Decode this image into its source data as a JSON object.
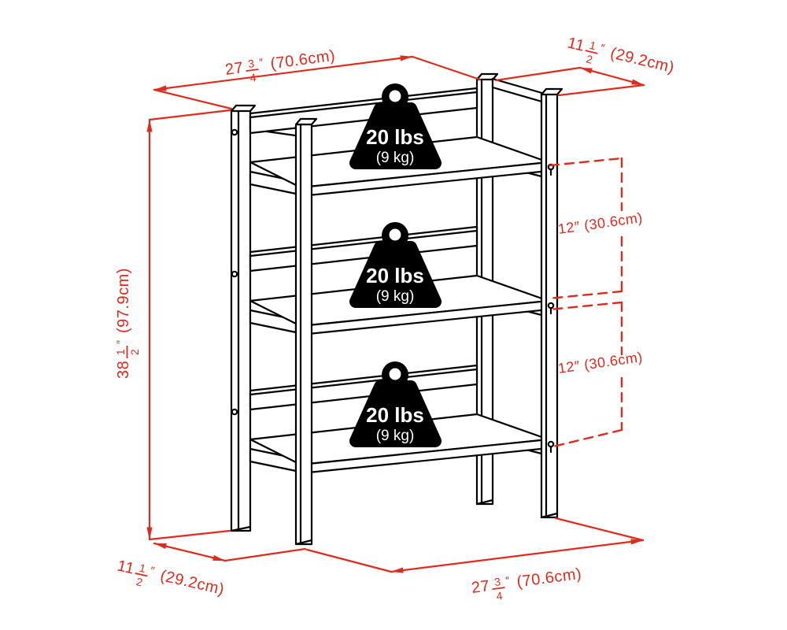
{
  "diagram": {
    "subject": "three-tier-folding-bookshelf-dimensions",
    "colors": {
      "annotation_red": "#dd2b1e",
      "line_black": "#000000",
      "background": "#ffffff",
      "weight_fill": "#000000",
      "weight_text": "#ffffff"
    },
    "dimensions": {
      "top_width": {
        "whole": "27",
        "num": "3",
        "den": "4",
        "mark": "″",
        "metric": "(70.6cm)"
      },
      "top_depth": {
        "whole": "11",
        "num": "1",
        "den": "2",
        "mark": "″",
        "metric": "(29.2cm)"
      },
      "height": {
        "whole": "38",
        "num": "1",
        "den": "2",
        "mark": "″",
        "metric": "(97.9cm)"
      },
      "shelf_gap_upper": {
        "label": "12″ (30.6cm)"
      },
      "shelf_gap_lower": {
        "label": "12″ (30.6cm)"
      },
      "bottom_depth": {
        "whole": "11",
        "num": "1",
        "den": "2",
        "mark": "″",
        "metric": "(29.2cm)"
      },
      "bottom_width": {
        "whole": "27",
        "num": "3",
        "den": "4",
        "mark": "″",
        "metric": "(70.6cm)"
      }
    },
    "weight_capacity": {
      "shelf_1": {
        "label": "20 lbs",
        "sub": "(9 kg)"
      },
      "shelf_2": {
        "label": "20 lbs",
        "sub": "(9 kg)"
      },
      "shelf_3": {
        "label": "20 lbs",
        "sub": "(9 kg)"
      }
    }
  }
}
